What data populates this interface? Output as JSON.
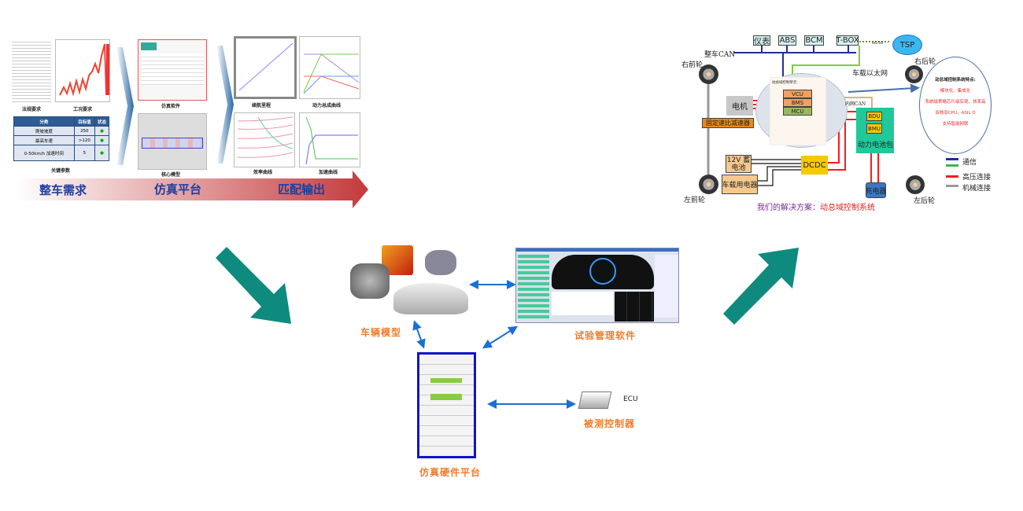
{
  "left_panel": {
    "doc_labels": [
      "法规要求",
      "工况要求"
    ],
    "table": {
      "headers": [
        "分类",
        "目标值",
        "状态"
      ],
      "rows": [
        [
          "爬坡坡度",
          "250",
          "●"
        ],
        [
          "最高车速",
          ">120",
          "●"
        ],
        [
          "0-50km/h 加速时间",
          "5",
          "●"
        ]
      ]
    },
    "table_caption": "关键参数",
    "sim_labels": [
      "仿真软件",
      "核心模型"
    ],
    "out_labels": [
      "续航里程",
      "动力总成曲线",
      "效率曲线",
      "加速曲线"
    ],
    "stages": [
      "整车需求",
      "仿真平台",
      "匹配输出"
    ]
  },
  "center": {
    "vehicle_model": "车辆模型",
    "software": "试验管理软件",
    "hardware": "仿真硬件平台",
    "ecu": "ECU",
    "controller": "被测控制器"
  },
  "arch": {
    "nodes": [
      "仪表",
      "ABS",
      "BCM",
      "T-BOX"
    ],
    "tsp": "TSP",
    "net_4g": "4G/5G",
    "can": "整车CAN",
    "ethernet": "车载以太网",
    "domain_unit": "动总域控制单元",
    "modules": [
      "VCU",
      "BMS",
      "MCU"
    ],
    "motor": "电机",
    "reducer": "固定速比减速器",
    "inner_can": "内网CAN",
    "battery_pack": "动力电池包",
    "bdu": "BDU",
    "bmu": "BMU",
    "dcdc": "DCDC",
    "battery_12v": "12V 蓄电池",
    "loads": "车载用电器",
    "charger": "充电器",
    "wheels": {
      "fr": "右前轮",
      "fl": "左前轮",
      "rr": "右后轮",
      "rl": "左后轮"
    },
    "features_title": "动总域控制系统特点:",
    "features": [
      "模块化、集成化",
      "系统级策略芯片级实现，效率高",
      "双核双CPU，ASIL D",
      "支持智能网联"
    ],
    "legend": [
      {
        "label": "通信",
        "color": "#1f2f9a"
      },
      {
        "label": "",
        "color": "#3cb54a"
      },
      {
        "label": "高压连接",
        "color": "#ff1a1a"
      },
      {
        "label": "机械连接",
        "color": "#999999"
      }
    ],
    "caption_prefix": "我们的解决方案：",
    "caption_main": "动总域控制系统"
  }
}
